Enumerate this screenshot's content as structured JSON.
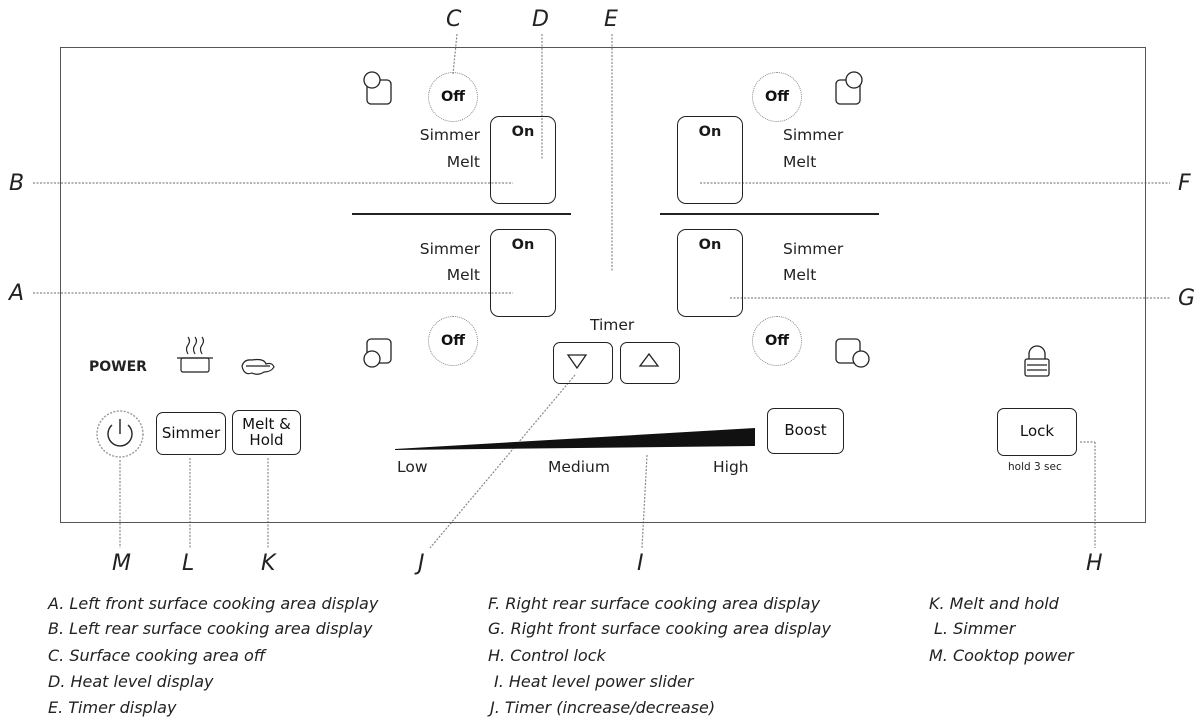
{
  "callouts": {
    "A": "A",
    "B": "B",
    "C": "C",
    "D": "D",
    "E": "E",
    "F": "F",
    "G": "G",
    "H": "H",
    "I": "I",
    "J": "J",
    "K": "K",
    "L": "L",
    "M": "M"
  },
  "zones": {
    "left_rear": {
      "off": "Off",
      "on": "On",
      "simmer": "Simmer",
      "melt": "Melt"
    },
    "left_front": {
      "off": "Off",
      "on": "On",
      "simmer": "Simmer",
      "melt": "Melt"
    },
    "right_rear": {
      "off": "Off",
      "on": "On",
      "simmer": "Simmer",
      "melt": "Melt"
    },
    "right_front": {
      "off": "Off",
      "on": "On",
      "simmer": "Simmer",
      "melt": "Melt"
    }
  },
  "controls": {
    "power_label": "POWER",
    "simmer_button": "Simmer",
    "melt_hold_line1": "Melt &",
    "melt_hold_line2": "Hold",
    "timer_label": "Timer",
    "boost_button": "Boost",
    "slider_low": "Low",
    "slider_medium": "Medium",
    "slider_high": "High",
    "lock_button": "Lock",
    "lock_hint": "hold 3 sec"
  },
  "legend": {
    "col1": [
      "A. Left front surface cooking area display",
      "B. Left rear surface cooking area display",
      "C. Surface cooking area off",
      "D. Heat level display",
      "E. Timer display"
    ],
    "col2": [
      "F. Right rear surface cooking area display",
      "G. Right front surface cooking area display",
      "H. Control lock",
      "I. Heat level power slider",
      "J. Timer (increase/decrease)"
    ],
    "col3": [
      "K. Melt and hold",
      "L. Simmer",
      "M. Cooktop power"
    ]
  },
  "icons": {
    "zone_indicator": "square-with-circle-icon",
    "simmer": "steaming-pot-icon",
    "melt": "melting-butter-icon",
    "power": "power-icon",
    "lock": "padlock-icon",
    "timer_down": "triangle-down-icon",
    "timer_up": "triangle-up-icon"
  }
}
